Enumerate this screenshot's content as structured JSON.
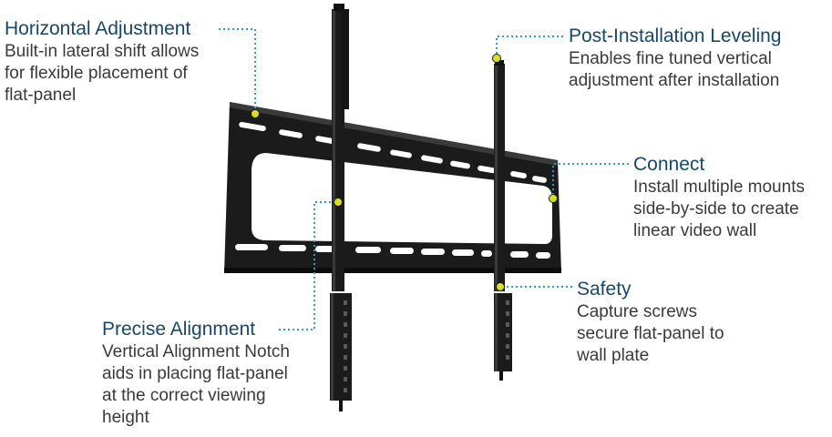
{
  "colors": {
    "title": "#16486b",
    "body_text": "#3a3a3a",
    "leader": "#2a9dc8",
    "marker": "#d9e021",
    "mount_fill": "#1b1b1b",
    "mount_highlight": "#3a3a3a"
  },
  "callouts": {
    "horizontal_adjustment": {
      "title": "Horizontal Adjustment",
      "lines": [
        "Built-in lateral shift allows",
        "for flexible placement of",
        "flat-panel"
      ]
    },
    "post_installation_leveling": {
      "title": "Post-Installation Leveling",
      "lines": [
        "Enables fine tuned vertical",
        "adjustment after installation"
      ]
    },
    "connect": {
      "title": "Connect",
      "lines": [
        "Install multiple mounts",
        "side-by-side to create",
        "linear video wall"
      ]
    },
    "safety": {
      "title": "Safety",
      "lines": [
        "Capture screws",
        "secure flat-panel to",
        "wall plate"
      ]
    },
    "precise_alignment": {
      "title": "Precise Alignment",
      "lines": [
        "Vertical Alignment Notch",
        "aids in placing flat-panel",
        "at the correct viewing",
        "height"
      ]
    }
  }
}
